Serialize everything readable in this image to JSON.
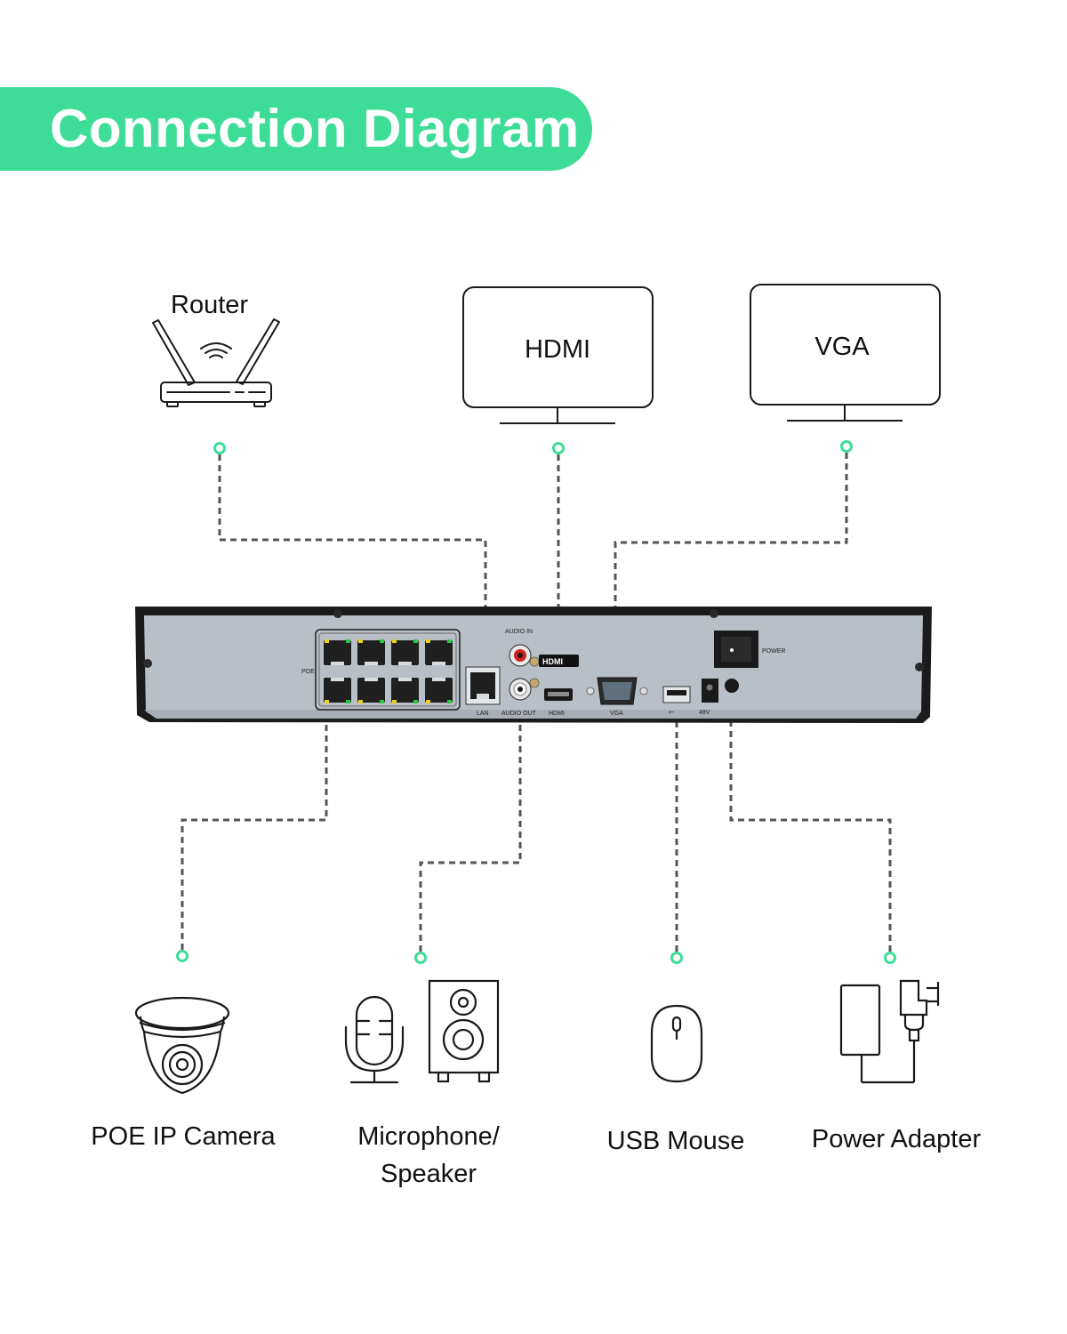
{
  "title": "Connection Diagram",
  "devices_top": {
    "router": "Router",
    "hdmi_monitor": "HDMI",
    "vga_monitor": "VGA"
  },
  "devices_bottom": {
    "camera": "POE IP Camera",
    "mic_speaker_line1": "Microphone/",
    "mic_speaker_line2": "Speaker",
    "mouse": "USB Mouse",
    "power_adapter": "Power Adapter"
  },
  "nvr_ports": {
    "poe": "POE",
    "lan": "LAN",
    "audio_in": "AUDIO IN",
    "audio_out": "AUDIO OUT",
    "hdmi": "HDMI",
    "vga": "VGA",
    "dc": "48V",
    "power": "POWER"
  },
  "colors": {
    "accent": "#3ddc97",
    "connector_dot": "#3ddc97",
    "dashed_line": "#555555",
    "nvr_panel": "#b9bfc7",
    "nvr_frame": "#1b1b1b"
  },
  "icons": [
    "router-icon",
    "monitor-icon",
    "dome-camera-icon",
    "microphone-icon",
    "speaker-icon",
    "mouse-icon",
    "power-adapter-icon"
  ]
}
